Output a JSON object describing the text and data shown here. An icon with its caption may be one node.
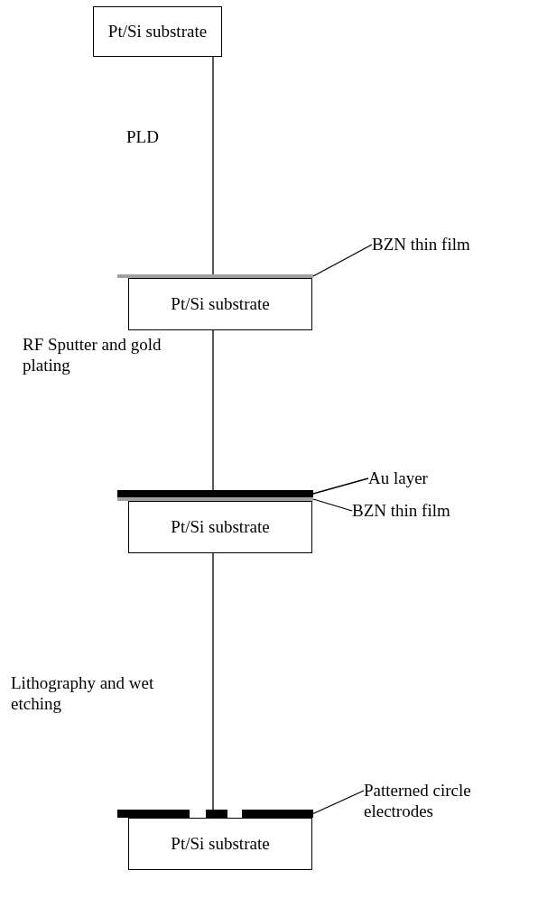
{
  "diagram": {
    "nodes": [
      {
        "text": [
          "Pt/Si substrate"
        ]
      },
      {
        "text": [],
        "shape": "bar"
      },
      {
        "text": [
          "Pt/Si substrate"
        ]
      },
      {
        "text": [
          "BZN thin film"
        ]
      },
      {
        "text": [],
        "shape": "bar"
      },
      {
        "text": [],
        "shape": "bar"
      },
      {
        "text": [
          "Pt/Si substrate"
        ]
      },
      {
        "text": [
          "Au layer"
        ]
      },
      {
        "text": [
          "BZN thin film"
        ]
      },
      {
        "text": [],
        "shape": "bar"
      },
      {
        "text": [],
        "shape": "bar"
      },
      {
        "text": [],
        "shape": "bar"
      },
      {
        "text": [
          "Pt/Si substrate"
        ]
      },
      {
        "text": [
          "Patterned circle electrodes"
        ]
      }
    ],
    "edges": [
      {
        "from": 0,
        "to": 1,
        "arrow": "none",
        "label": "PLD"
      },
      {
        "from": 3,
        "to": 1,
        "arrow": "none"
      },
      {
        "from": 2,
        "to": 4,
        "arrow": "none",
        "label": "RF Sputter and gold plating"
      },
      {
        "from": 7,
        "to": 4,
        "arrow": "none"
      },
      {
        "from": 8,
        "to": 5,
        "arrow": "none"
      },
      {
        "from": 6,
        "to": 10,
        "arrow": "none",
        "label": "Lithography and wet etching"
      },
      {
        "from": 13,
        "to": 11,
        "arrow": "none"
      }
    ]
  }
}
